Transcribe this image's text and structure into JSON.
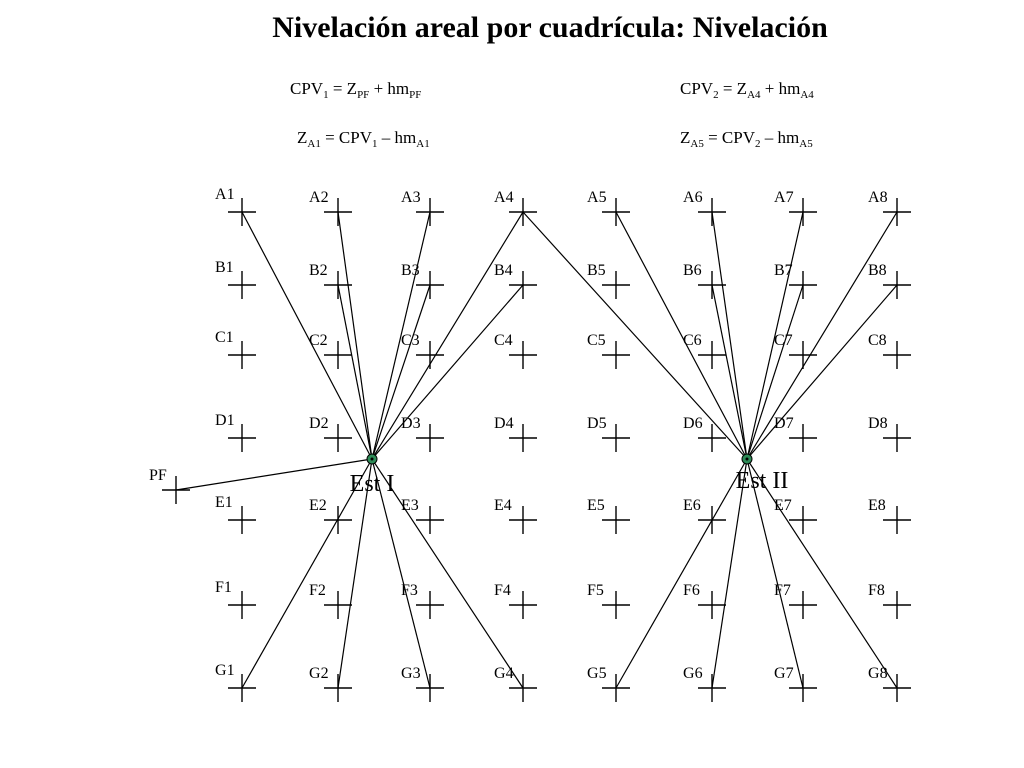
{
  "title": "Nivelación areal por cuadrícula: Nivelación",
  "formulas": [
    {
      "parts": [
        "CPV",
        "1",
        " = Z",
        "PF",
        " + hm",
        "PF"
      ]
    },
    {
      "parts": [
        "CPV",
        "2",
        " = Z",
        "A4",
        " + hm",
        "A4"
      ]
    },
    {
      "parts": [
        "Z",
        "A1",
        " = CPV",
        "1",
        " – hm",
        "A1"
      ]
    },
    {
      "parts": [
        "Z",
        "A5",
        " = CPV",
        "2",
        " – hm",
        "A5"
      ]
    }
  ],
  "grid": {
    "rows": [
      "A",
      "B",
      "C",
      "D",
      "E",
      "F",
      "G"
    ],
    "cols": [
      "1",
      "2",
      "3",
      "4",
      "5",
      "6",
      "7",
      "8"
    ]
  },
  "benchmark": {
    "label": "PF"
  },
  "stations": [
    {
      "label": "Est I",
      "color": "#2e8b57",
      "sights": [
        "PF",
        "A1",
        "A2",
        "A3",
        "A4",
        "B2",
        "B3",
        "B4",
        "G1",
        "G2",
        "G3",
        "G4"
      ]
    },
    {
      "label": "Est II",
      "color": "#2e8b57",
      "sights": [
        "A4",
        "A5",
        "A6",
        "A7",
        "A8",
        "B6",
        "B7",
        "B8",
        "G5",
        "G6",
        "G7",
        "G8"
      ]
    }
  ]
}
